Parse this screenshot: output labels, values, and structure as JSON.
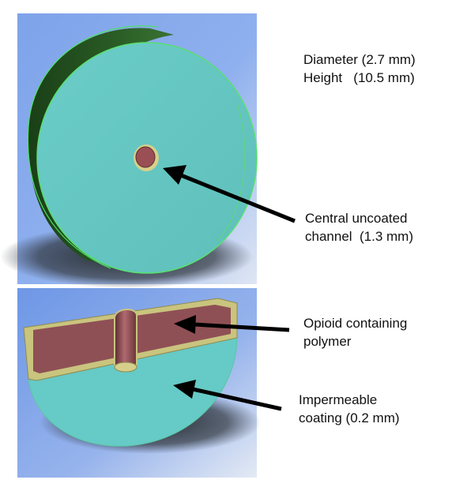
{
  "labels": {
    "dimensions": {
      "diameter": "Diameter (2.7 mm)",
      "height": "Height   (10.5 mm)"
    },
    "channel": {
      "line1": "Central uncoated",
      "line2": "channel  (1.3 mm)"
    },
    "polymer": {
      "line1": "Opioid containing",
      "line2": "polymer"
    },
    "coating": {
      "line1": "Impermeable",
      "line2": "coating (0.2 mm)"
    }
  },
  "colors": {
    "panel_background": "#7fa4ea",
    "cylinder_face": "#67c8c4",
    "cylinder_side_dark": "#1f4d1c",
    "cylinder_edge": "#4fe06a",
    "polymer": "#8e4f54",
    "coating_rim": "#c8c480",
    "shadow": "#2a2f35",
    "arrow": "#000000"
  }
}
